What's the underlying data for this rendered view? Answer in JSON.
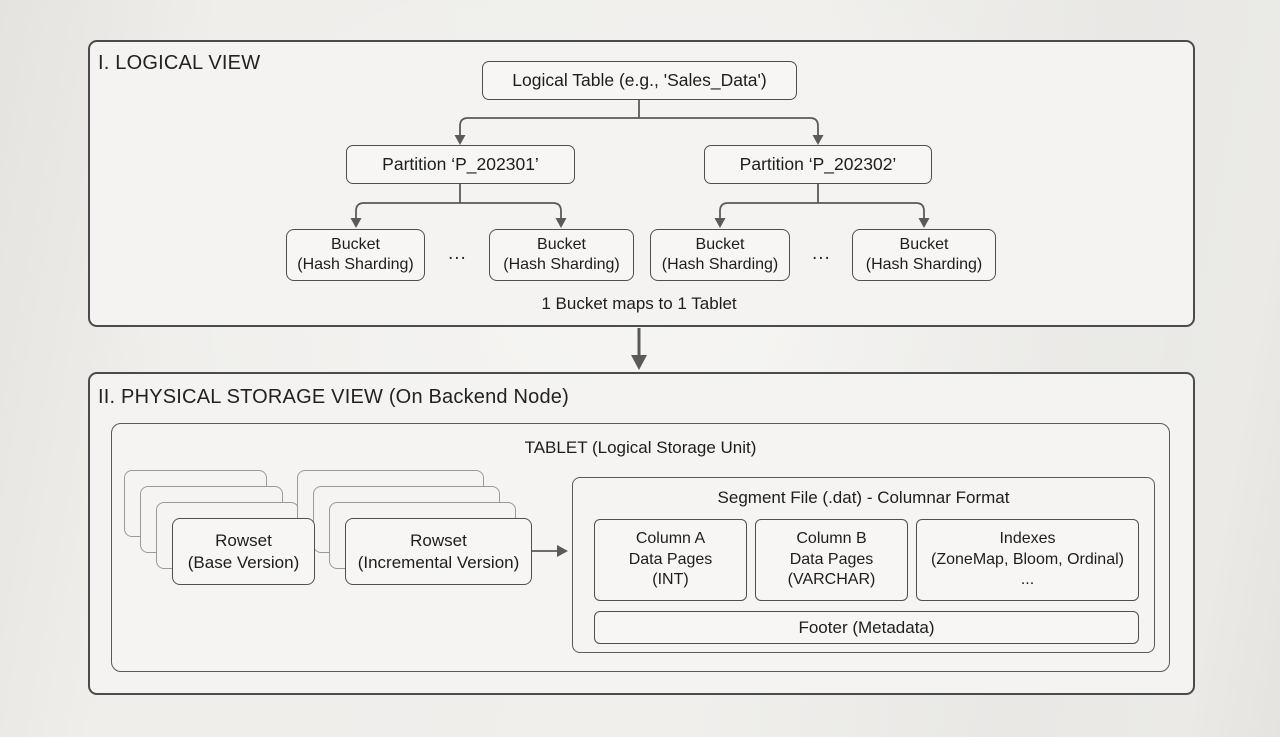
{
  "colors": {
    "background": "#eceae7",
    "panel_fill": "#f4f3f1",
    "node_fill": "#f7f6f4",
    "panel_border": "#4b4b4b",
    "node_border": "#4f4f4f",
    "ghost_border": "#9a9a9a",
    "connector": "#5a5a5a",
    "text": "#1d1d1d"
  },
  "logical_view": {
    "title": "I. LOGICAL VIEW",
    "table_label": "Logical Table (e.g., 'Sales_Data')",
    "partitions": [
      {
        "label": "Partition ‘P_202301’"
      },
      {
        "label": "Partition ‘P_202302’"
      }
    ],
    "buckets": [
      {
        "line1": "Bucket",
        "line2": "(Hash Sharding)"
      },
      {
        "line1": "Bucket",
        "line2": "(Hash Sharding)"
      },
      {
        "line1": "Bucket",
        "line2": "(Hash Sharding)"
      },
      {
        "line1": "Bucket",
        "line2": "(Hash Sharding)"
      }
    ],
    "ellipsis": "...",
    "caption": "1 Bucket maps to 1 Tablet"
  },
  "physical_view": {
    "title": "II. PHYSICAL STORAGE VIEW (On Backend Node)",
    "tablet": {
      "title": "TABLET (Logical Storage Unit)",
      "rowsets": [
        {
          "line1": "Rowset",
          "line2": "(Base Version)"
        },
        {
          "line1": "Rowset",
          "line2": "(Incremental Version)"
        }
      ],
      "segment": {
        "title": "Segment File (.dat) - Columnar Format",
        "columns": [
          {
            "line1": "Column A",
            "line2": "Data Pages",
            "line3": "(INT)"
          },
          {
            "line1": "Column B",
            "line2": "Data Pages",
            "line3": "(VARCHAR)"
          },
          {
            "line1": "Indexes",
            "line2": "(ZoneMap, Bloom, Ordinal)",
            "line3": "..."
          }
        ],
        "footer": "Footer (Metadata)"
      }
    }
  }
}
